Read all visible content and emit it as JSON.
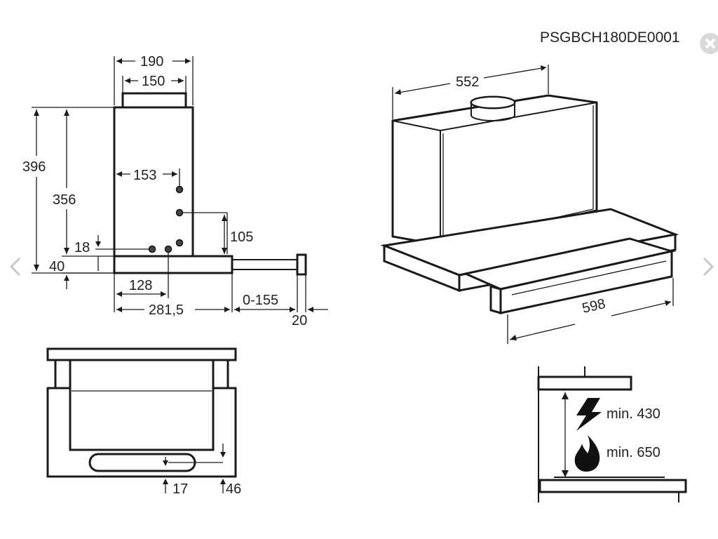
{
  "viewer": {
    "image_code": "PSGBCH180DE0001",
    "icons": {
      "prev": "chevron-left-icon",
      "next": "chevron-right-icon",
      "close": "close-icon"
    }
  },
  "side_view": {
    "dims": {
      "top_width": "190",
      "outlet_width": "150",
      "total_height": "396",
      "body_height": "356",
      "hole_offset": "153",
      "hole_height": "105",
      "bottom_hole": "18",
      "base_height": "40",
      "hole_spacing": "128",
      "depth": "281,5",
      "extension": "0-155",
      "front": "20"
    }
  },
  "iso_view": {
    "dims": {
      "depth": "552",
      "width": "598"
    }
  },
  "front_view": {
    "dims": {
      "handle": "17",
      "front_edge": "46"
    }
  },
  "install_view": {
    "electric_label": "min. 430",
    "gas_label": "min. 650"
  },
  "colors": {
    "line": "#1a1a1a",
    "nav": "#c8c8c8",
    "close_bg": "#d9d9d9"
  }
}
